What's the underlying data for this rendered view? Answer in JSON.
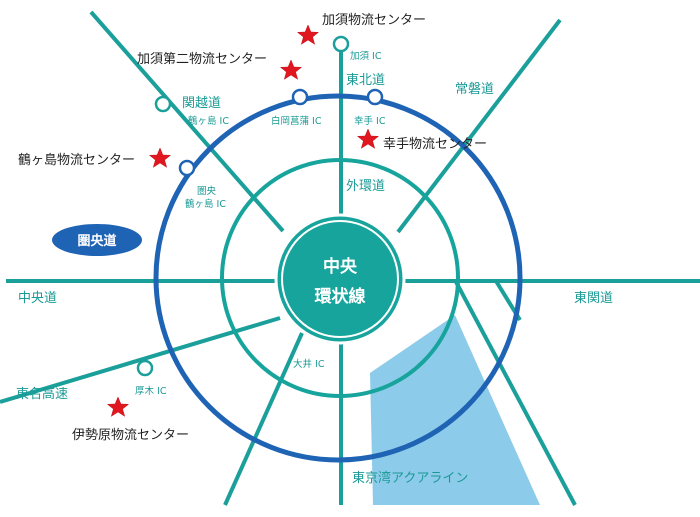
{
  "colors": {
    "radial_road": "#1b9f9a",
    "ring_ken": "#1f63b4",
    "ring_chuo": "#17a49d",
    "sea": "#8dcbea",
    "star": "#e0171f",
    "label_teal": "#1a9a96"
  },
  "center": {
    "line1": "中央",
    "line2": "環状線"
  },
  "rings": {
    "ken_badge": "圏央道",
    "gaikan": "外環道"
  },
  "roads": {
    "kanetsu": "関越道",
    "tohoku": "東北道",
    "joban": "常磐道",
    "chuo": "中央道",
    "higashikanto": "東関道",
    "tomei": "東名高速",
    "aqualine": "東京湾アクアライン"
  },
  "interchanges": {
    "kazo": "加須 IC",
    "satte": "幸手 IC",
    "shiraoka": "白岡菖蒲 IC",
    "tsurugashima": "鶴ヶ島 IC",
    "ken_tsurugashima_1": "圏央",
    "ken_tsurugashima_2": "鶴ヶ島 IC",
    "atsugi": "厚木 IC",
    "oi": "大井 IC"
  },
  "distribution_centers": {
    "kazo": "加須物流センター",
    "kazo2": "加須第二物流センター",
    "satte": "幸手物流センター",
    "tsurugashima": "鶴ヶ島物流センター",
    "isehara": "伊勢原物流センター"
  },
  "icons": {
    "interchange": "circle-marker-icon",
    "distribution_center": "star-icon"
  }
}
